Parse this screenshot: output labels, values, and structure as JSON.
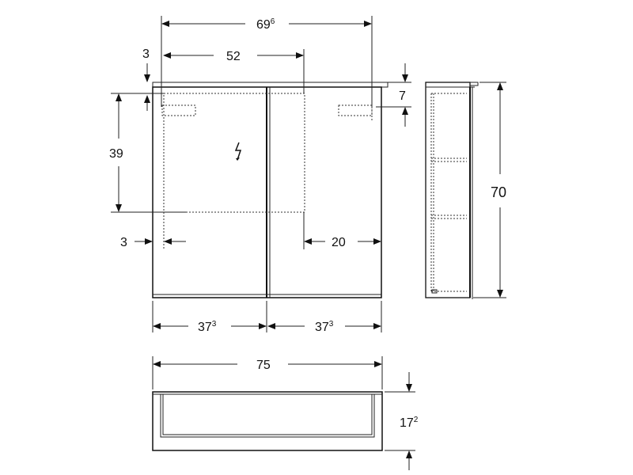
{
  "dimensions": {
    "top_overall": {
      "main": "69",
      "sup": "6"
    },
    "inner_width": "52",
    "top_offset": "3",
    "right_top_gap": "7",
    "socket_height": "39",
    "left_offset": "3",
    "right_offset": "20",
    "height": "70",
    "door_left": {
      "main": "37",
      "sup": "3"
    },
    "door_right": {
      "main": "37",
      "sup": "3"
    },
    "total_width": "75",
    "depth": {
      "main": "17",
      "sup": "2"
    }
  },
  "icons": {
    "power": "lightning-icon"
  }
}
